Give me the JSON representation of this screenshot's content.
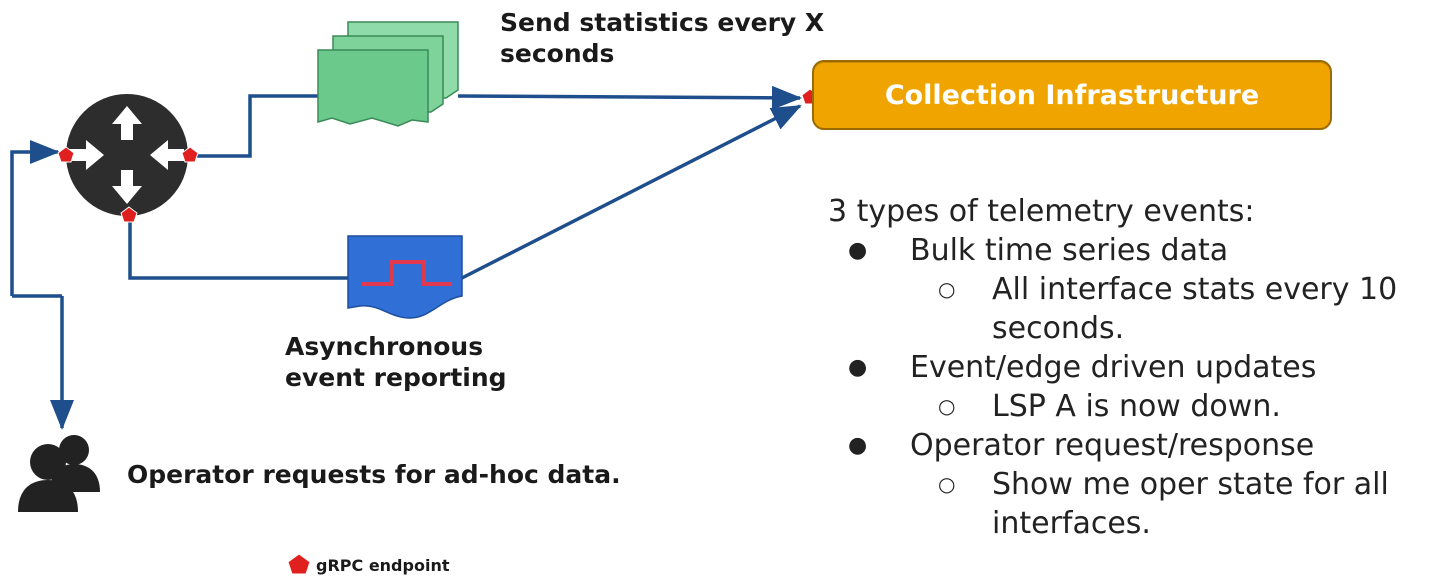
{
  "labels": {
    "stats_every_x": "Send statistics every X\nseconds",
    "async_reporting": "Asynchronous\nevent reporting",
    "operator_requests": "Operator requests for ad-hoc data.",
    "collection_infrastructure": "Collection Infrastructure",
    "legend": "gRPC endpoint"
  },
  "telemetry": {
    "heading": "3 types of telemetry events:",
    "types": [
      {
        "label": "Bulk time series data",
        "example": "All interface stats every 10 seconds."
      },
      {
        "label": "Event/edge driven updates",
        "example": "LSP A is now down."
      },
      {
        "label": "Operator request/response",
        "example": "Show me oper state for all interfaces."
      }
    ]
  },
  "colors": {
    "arrow": "#1f4e8c",
    "endpoint": "#e0201f",
    "collection_box": "#f0a400",
    "stats_docs": "#6cc98c",
    "event_doc": "#2f6fd6",
    "router": "#2d2d2d"
  },
  "icons": {
    "router": "router-icon",
    "stats_docs": "document-stack-icon",
    "event_doc": "event-document-icon",
    "operator": "users-icon",
    "endpoint": "pentagon-endpoint-icon"
  }
}
